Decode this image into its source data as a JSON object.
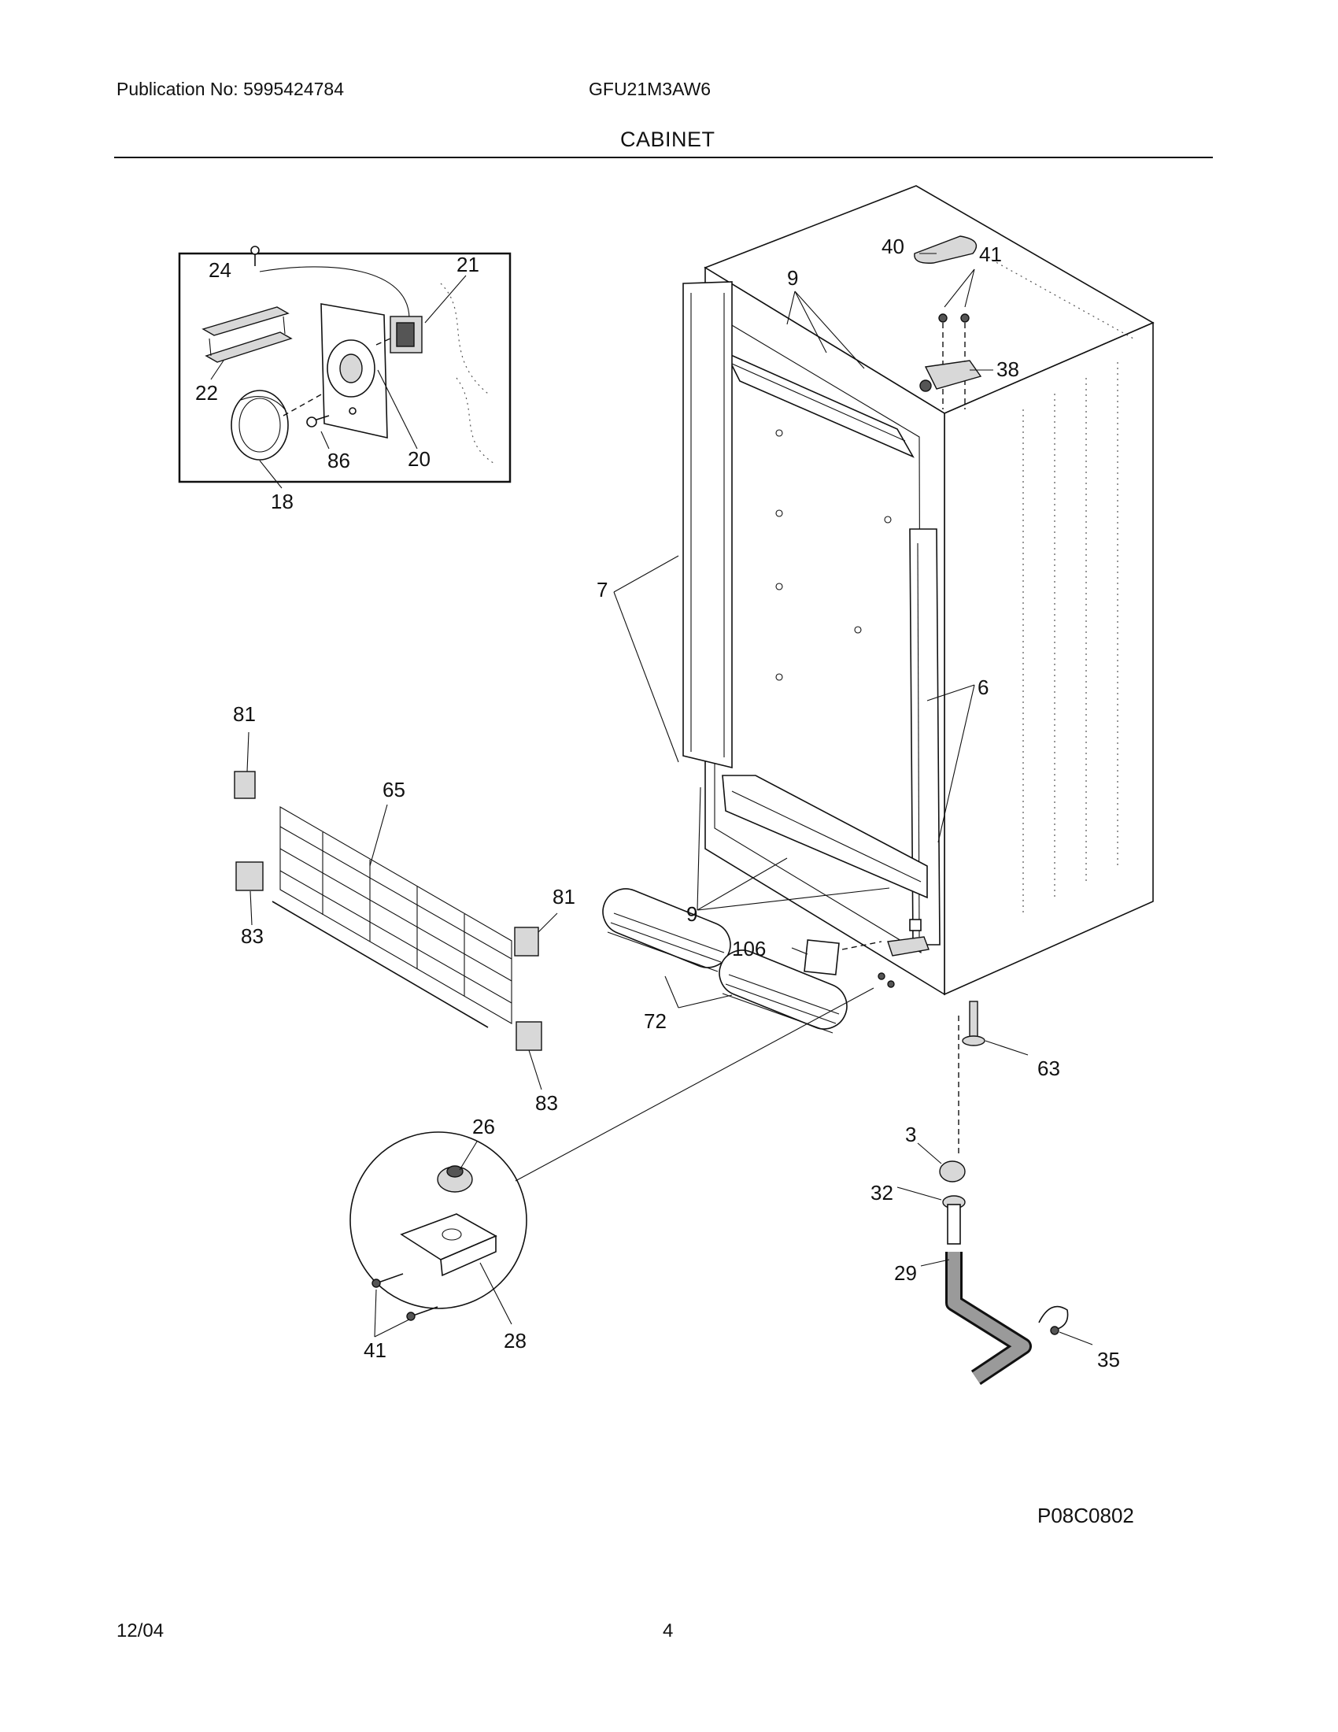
{
  "header": {
    "publication": "Publication No: 5995424784",
    "model": "GFU21M3AW6",
    "section_title": "CABINET"
  },
  "diagram": {
    "callouts": {
      "c24": "24",
      "c21": "21",
      "c22": "22",
      "c86": "86",
      "c20": "20",
      "c18": "18",
      "c40": "40",
      "c41a": "41",
      "c38": "38",
      "c9a": "9",
      "c7": "7",
      "c6": "6",
      "c81a": "81",
      "c65": "65",
      "c83a": "83",
      "c81b": "81",
      "c83b": "83",
      "c9b": "9",
      "c106": "106",
      "c72": "72",
      "c63": "63",
      "c26": "26",
      "c28": "28",
      "c41b": "41",
      "c3": "3",
      "c32": "32",
      "c29": "29",
      "c35": "35"
    },
    "drawing_code": "P08C0802"
  },
  "footer": {
    "date": "12/04",
    "page": "4"
  }
}
